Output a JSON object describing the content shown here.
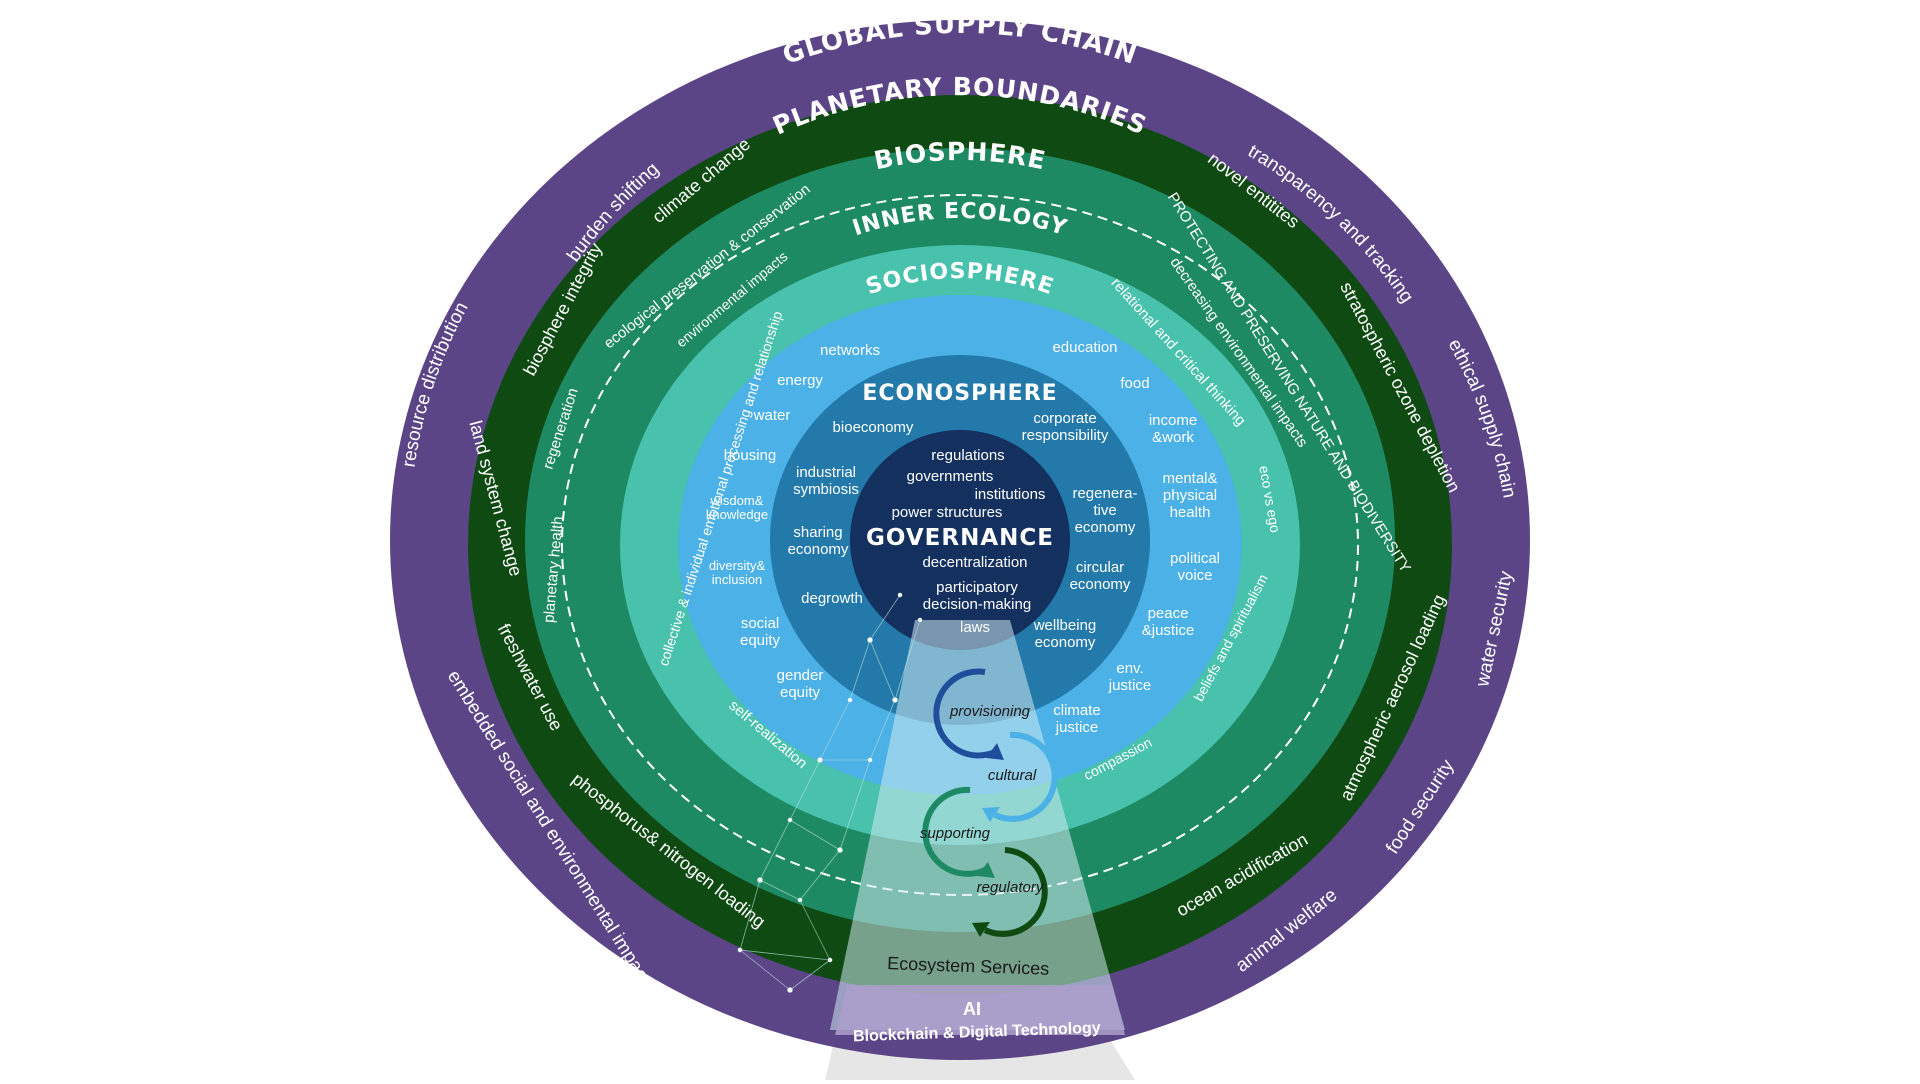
{
  "rings": {
    "global_supply_chain": {
      "title": "GLOBAL SUPPLY CHAIN",
      "color": "#5c4587",
      "items": [
        "burden shifting",
        "resource distribution",
        "embedded social and environmental impacts",
        "transparency and tracking",
        "ethical supply chain",
        "water security",
        "food security",
        "animal welfare"
      ]
    },
    "planetary_boundaries": {
      "title": "PLANETARY BOUNDARIES",
      "color": "#0f4a12",
      "items": [
        "climate change",
        "biosphere integrity",
        "land system change",
        "freshwater use",
        "phosphorus& nitrogen loading",
        "novel entitites",
        "stratospheric ozone depletion",
        "atmospheric aerosol loading",
        "ocean acidification"
      ]
    },
    "biosphere": {
      "title": "BIOSPHERE",
      "color": "#1e8a64",
      "items": [
        "ecological preservation & conservation",
        "regeneration",
        "planetary health",
        "PROTECTING AND PRESERVING NATURE AND BIODIVERSITY"
      ]
    },
    "inner_ecology": {
      "title": "INNER ECOLOGY",
      "color": "#48c2ad",
      "items": [
        "environmental impacts",
        "collective & individual emotional processing and relationship",
        "self-realization",
        "relational and critical thinking",
        "decreasing environmental impacts",
        "eco vs ego",
        "beliefs and spiritualism",
        "compassion"
      ]
    },
    "sociosphere": {
      "title": "SOCIOSPHERE",
      "color": "#4bb1e6",
      "items": [
        "networks",
        "energy",
        "water",
        "housing",
        "wisdom& knowledge",
        "diversity& inclusion",
        "social equity",
        "gender equity",
        "education",
        "food",
        "income &work",
        "mental& physical health",
        "political voice",
        "peace &justice",
        "env. justice",
        "climate justice"
      ]
    },
    "econosphere": {
      "title": "ECONOSPHERE",
      "color": "#2379aa",
      "items": [
        "bioeconomy",
        "industrial symbiosis",
        "sharing economy",
        "degrowth",
        "corporate responsibility",
        "regenera- tive economy",
        "circular economy",
        "wellbeing economy"
      ]
    },
    "governance": {
      "title": "GOVERNANCE",
      "color": "#13305f",
      "items": [
        "regulations",
        "governments",
        "institutions",
        "power structures",
        "decentralization",
        "participatory decision-making",
        "laws"
      ]
    }
  },
  "ecosystem_services": {
    "label": "Ecosystem Services",
    "cycle": [
      "provisioning",
      "cultural",
      "supporting",
      "regulatory"
    ]
  },
  "technology": {
    "ai": "AI",
    "label": "Blockchain & Digital Technology"
  }
}
